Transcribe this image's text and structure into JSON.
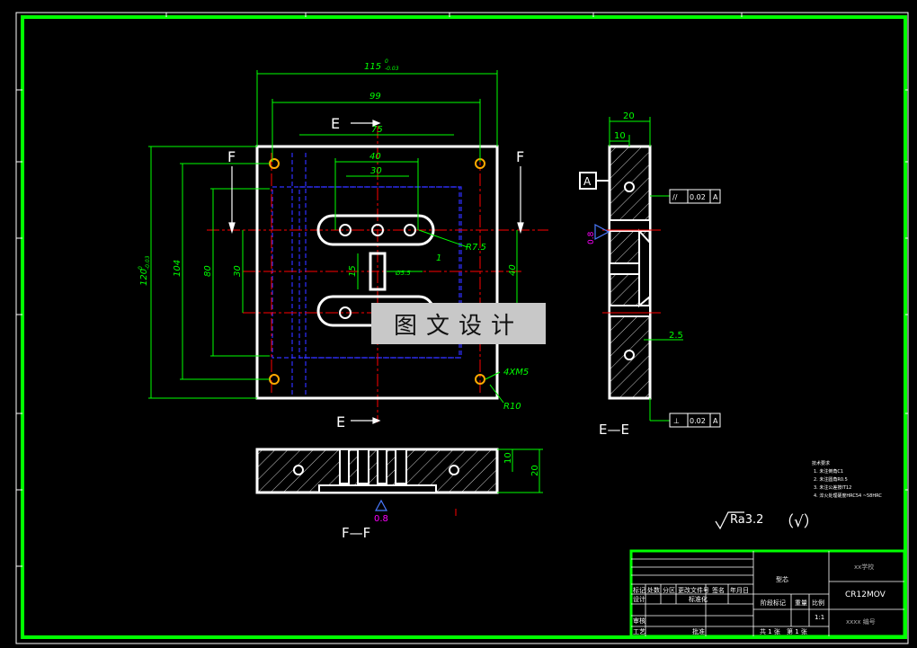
{
  "section_labels": {
    "E_top": "E",
    "E_bottom": "E",
    "F_left": "F",
    "F_right": "F",
    "EE": "E—E",
    "FF": "F—F"
  },
  "dims": {
    "d115": "115",
    "d115_tol_top": "0",
    "d115_tol_bot": "-0.03",
    "d99": "99",
    "d75": "75",
    "d40": "40",
    "d30": "30",
    "d120": "120",
    "d120_tol_top": "0",
    "d120_tol_bot": "-0.03",
    "d104": "104",
    "d80": "80",
    "d30v": "30",
    "d40v": "40",
    "d15": "15",
    "d1": "1",
    "r75": "R7.5",
    "r10": "R10",
    "m5": "4XM5",
    "dia": "Ø5.5",
    "side20": "20",
    "side10": "10",
    "side25": "2.5",
    "ff10": "10",
    "ff20": "20"
  },
  "tolerances": {
    "par_sym": "//",
    "par_val": "0.02",
    "par_ref": "A",
    "perp_sym": "⊥",
    "perp_val": "0.02",
    "perp_ref": "A",
    "datum": "A"
  },
  "roughness": {
    "side": "0.8",
    "ff": "0.8",
    "general": "Ra3.2",
    "general_paren": "（√）"
  },
  "notes": {
    "title": "技术要求",
    "items": [
      "1. 未注倒角C1",
      "2. 未注圆角R0.5",
      "3. 未注公差按IT12",
      "4. 淬火处理硬度HRC54 ~58HRC"
    ]
  },
  "title_block": {
    "school": "xx学校",
    "part_name": "型芯",
    "material": "CR12MOV",
    "drawing_no": "xxxx 编号",
    "headers": [
      "标记",
      "处数",
      "分区",
      "更改文件号",
      "签名",
      "年月日"
    ],
    "design": "设计",
    "standardize": "标准化",
    "review": "审核",
    "craft": "工艺",
    "approve": "批准",
    "stage_label": "阶段标记",
    "weight_label": "重量",
    "scale_label": "比例",
    "scale": "1:1",
    "sheets": "共 1 张",
    "sheet_no": "第 1 张"
  },
  "watermark": "图文设计",
  "colors": {
    "frame": "#00ff00",
    "outline": "#ffffff",
    "dim": "#00ff00",
    "center": "#ff0000",
    "hidden": "#3030ff",
    "hatch": "#cccccc",
    "roughness": "#ff00ff",
    "holes": "#ffff00"
  }
}
